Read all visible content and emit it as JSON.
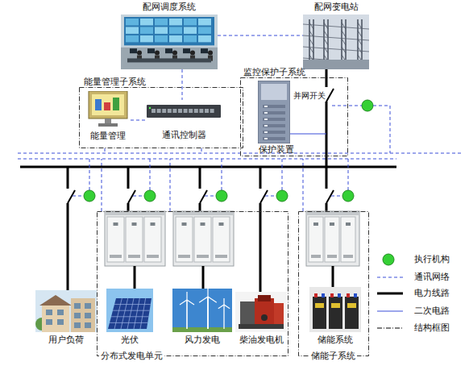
{
  "diagram": {
    "nodes": [
      {
        "text": [
          "配网调度系统"
        ]
      },
      {
        "text": [
          "配网变电站"
        ]
      },
      {
        "text": [
          "能量管理子系统"
        ]
      },
      {
        "text": [
          "能量管理"
        ],
        "in": 2
      },
      {
        "text": [
          "通讯控制器"
        ],
        "in": 2
      },
      {
        "text": [
          "监控保护子系统"
        ]
      },
      {
        "text": [
          "保护装置"
        ],
        "in": 5
      },
      {
        "text": [
          "分布式发电单元"
        ]
      },
      {
        "text": [
          "光伏"
        ],
        "in": 7
      },
      {
        "text": [
          "风力发电"
        ],
        "in": 7
      },
      {
        "text": [
          "柴油发电机"
        ],
        "in": 7
      },
      {
        "text": [
          "储能子系统"
        ]
      },
      {
        "text": [
          "储能系统"
        ],
        "in": 11
      },
      {
        "text": [
          "用户负荷"
        ]
      }
    ],
    "edges": [
      {
        "from": 0,
        "to": 1,
        "arrow": "none"
      },
      {
        "from": 0,
        "to": 4,
        "arrow": "none"
      },
      {
        "from": 3,
        "to": 4,
        "arrow": "none"
      }
    ],
    "labels": [
      "并网开关"
    ],
    "legend": [
      {
        "text": "执行机构"
      },
      {
        "text": "通讯网络"
      },
      {
        "text": "电力线路"
      },
      {
        "text": "二次电路"
      },
      {
        "text": "结构框图"
      }
    ]
  }
}
